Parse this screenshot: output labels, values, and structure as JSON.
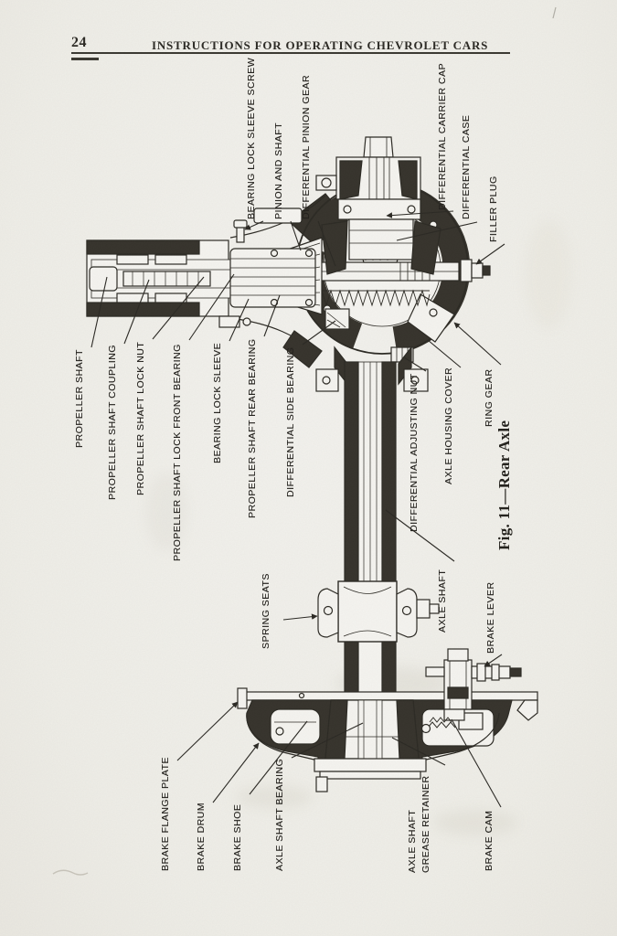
{
  "page": {
    "number": "24",
    "title": "INSTRUCTIONS FOR OPERATING CHEVROLET CARS"
  },
  "figure": {
    "caption": "Fig. 11—Rear Axle",
    "subject": "Rear Axle cross-section diagram",
    "part_labels": [
      "BEARING LOCK SLEEVE SCREW",
      "PINION AND SHAFT",
      "DIFFERENTIAL PINION GEAR",
      "DIFFERENTIAL CARRIER CAP",
      "DIFFERENTIAL CASE",
      "FILLER PLUG",
      "PROPELLER SHAFT",
      "PROPELLER SHAFT COUPLING",
      "PROPELLER SHAFT LOCK NUT",
      "PROPELLER SHAFT LOCK FRONT BEARING",
      "BEARING LOCK SLEEVE",
      "PROPELLER SHAFT REAR BEARING",
      "DIFFERENTIAL SIDE BEARING",
      "DIFFERENTIAL ADJUSTING NUT",
      "AXLE HOUSING COVER",
      "RING GEAR",
      "SPRING SEATS",
      "AXLE SHAFT",
      "BRAKE LEVER",
      "BRAKE FLANGE PLATE",
      "BRAKE DRUM",
      "BRAKE SHOE",
      "AXLE SHAFT BEARING",
      "AXLE SHAFT\nGREASE RETAINER",
      "BRAKE CAM"
    ],
    "colors": {
      "paper": "#f0efea",
      "ink": "#26241f",
      "dark_fill": "#35322b"
    }
  }
}
